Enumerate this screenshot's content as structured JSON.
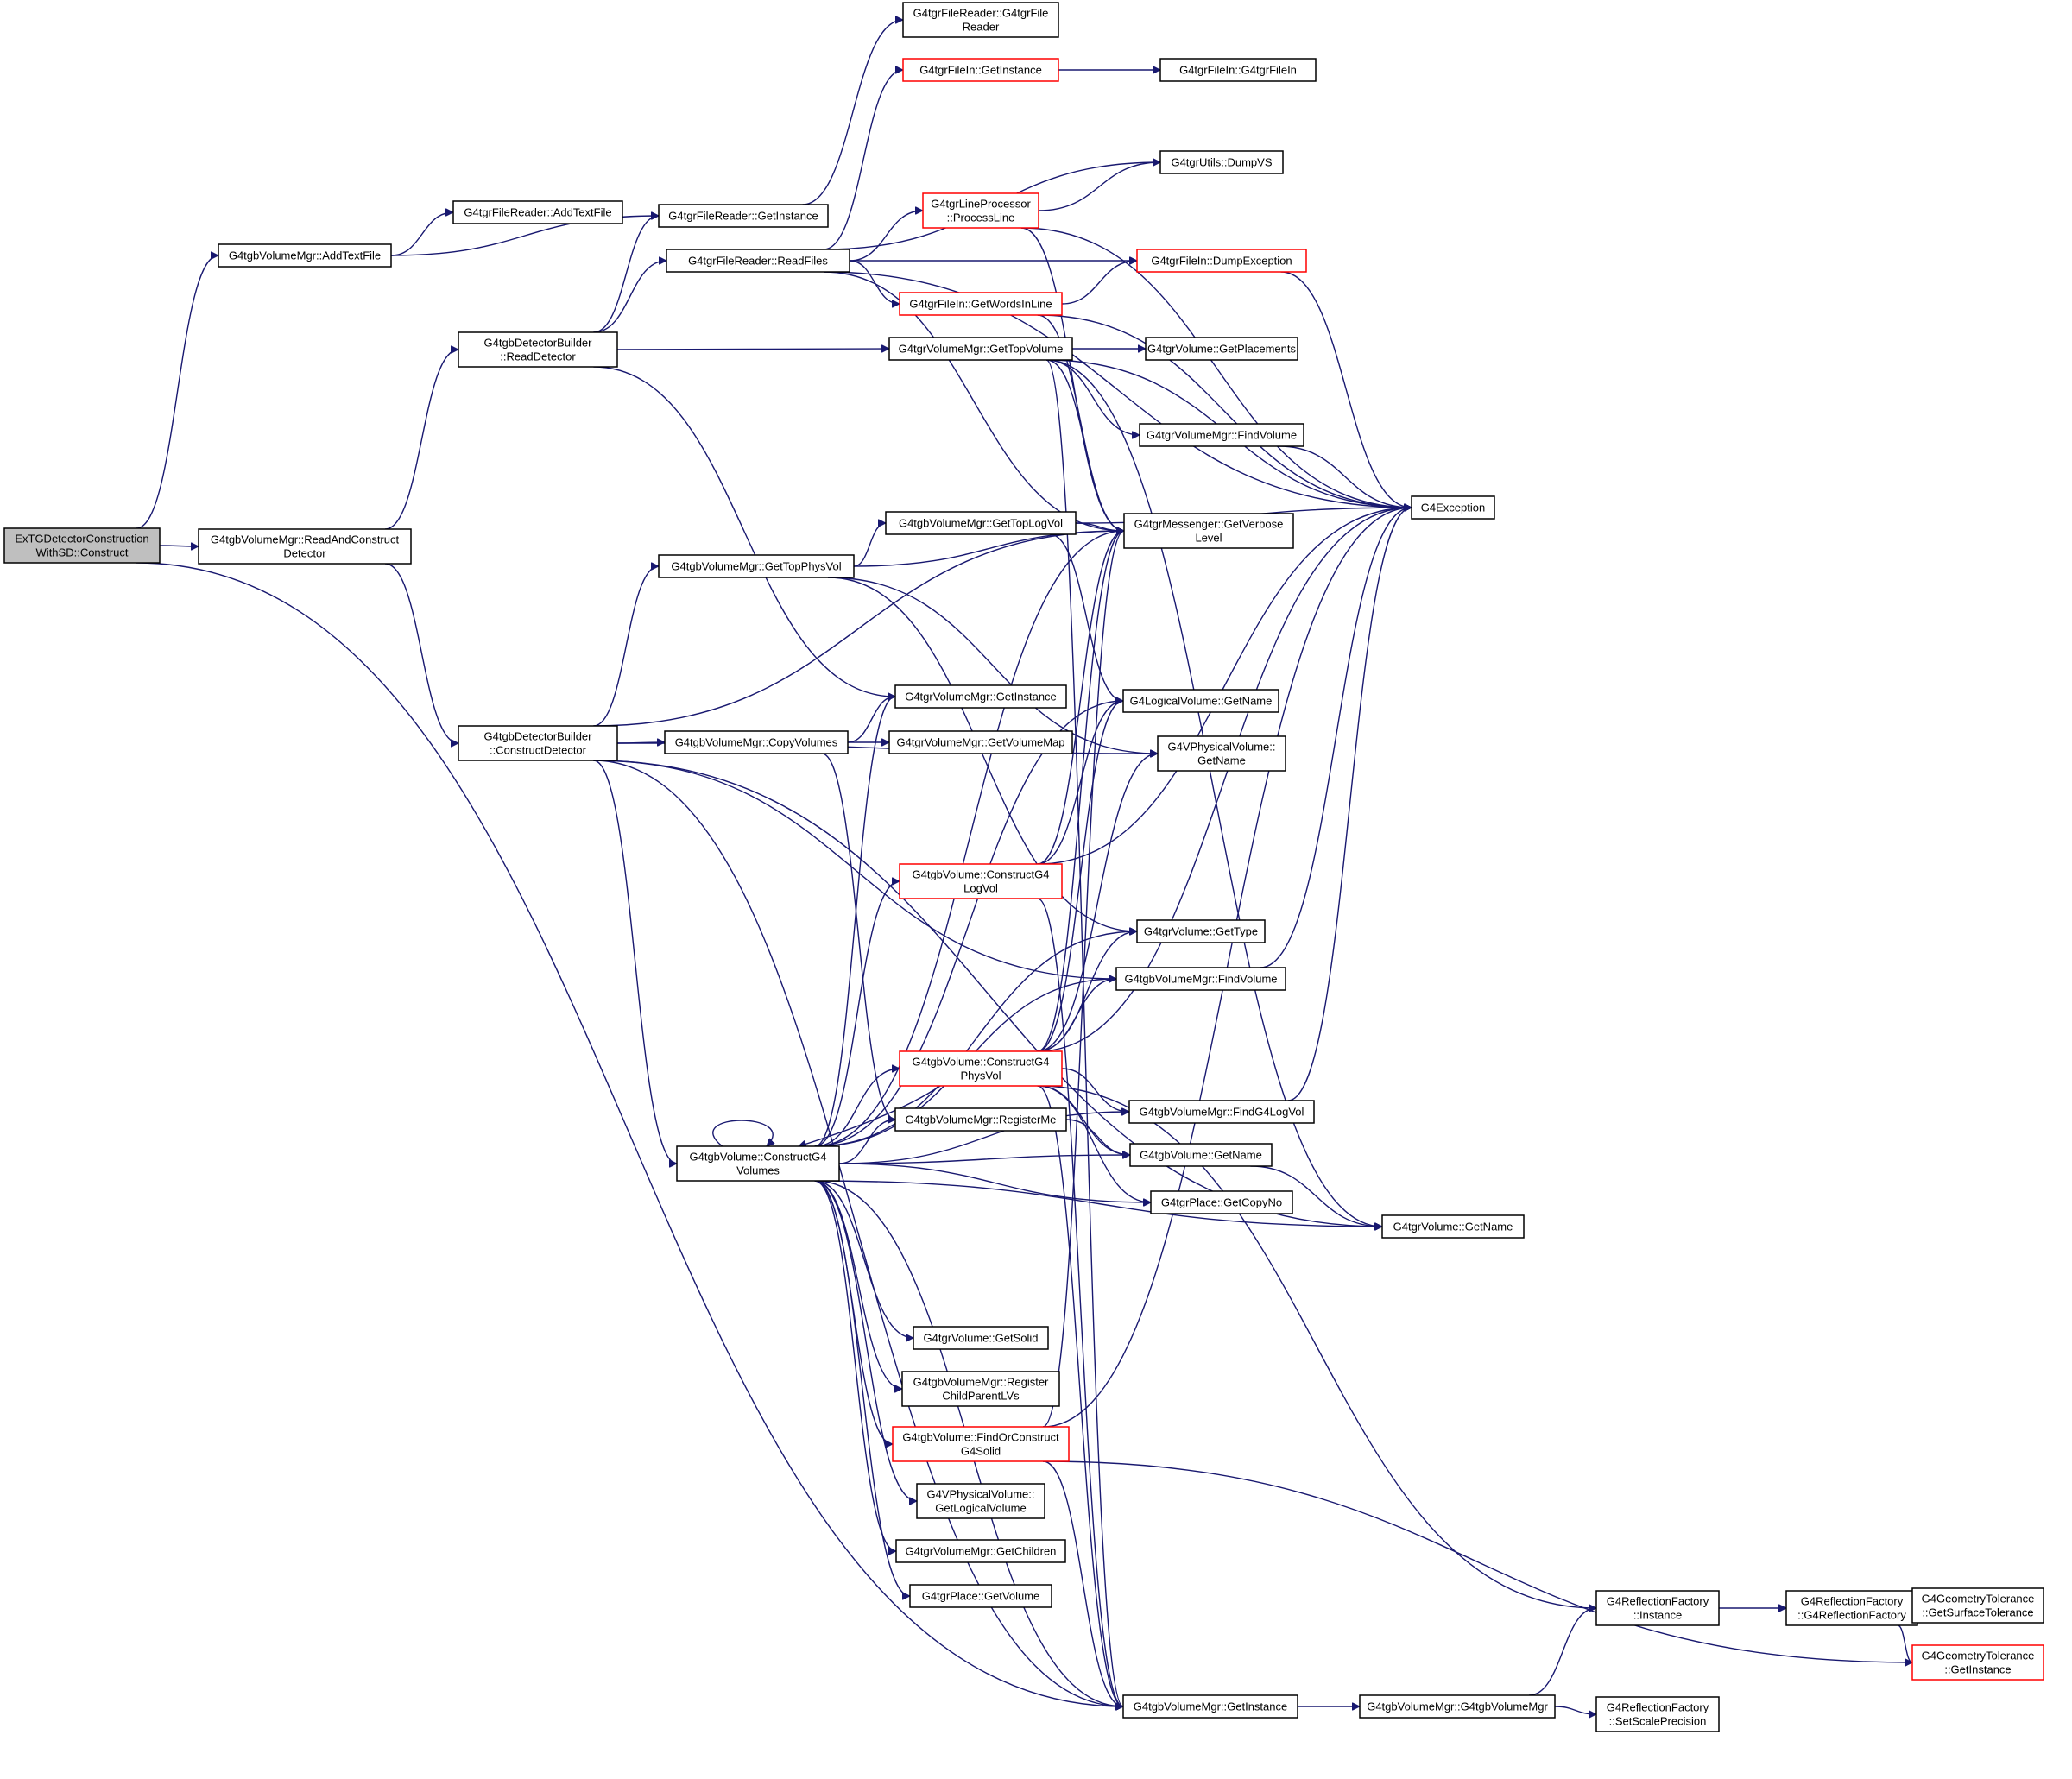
{
  "diagram": {
    "type": "call-graph",
    "colors": {
      "edge": "#191970",
      "node_border": "#000000",
      "node_border_truncated": "#ff0000",
      "root_fill": "#bfbfbf",
      "node_fill": "#ffffff"
    },
    "nodes": [
      {
        "id": "root",
        "lines": [
          "ExTGDetectorConstruction",
          "WithSD::Construct"
        ],
        "style": "root"
      },
      {
        "id": "addTextFile",
        "lines": [
          "G4tgbVolumeMgr::AddTextFile"
        ],
        "style": "normal"
      },
      {
        "id": "readAndConstruct",
        "lines": [
          "G4tgbVolumeMgr::ReadAndConstruct",
          "Detector"
        ],
        "style": "normal"
      },
      {
        "id": "frAddTextFile",
        "lines": [
          "G4tgrFileReader::AddTextFile"
        ],
        "style": "normal"
      },
      {
        "id": "frGetInstance",
        "lines": [
          "G4tgrFileReader::GetInstance"
        ],
        "style": "normal"
      },
      {
        "id": "frReadFiles",
        "lines": [
          "G4tgrFileReader::ReadFiles"
        ],
        "style": "normal"
      },
      {
        "id": "frCtor",
        "lines": [
          "G4tgrFileReader::G4tgrFile",
          "Reader"
        ],
        "style": "normal"
      },
      {
        "id": "dbReadDetector",
        "lines": [
          "G4tgbDetectorBuilder",
          "::ReadDetector"
        ],
        "style": "normal"
      },
      {
        "id": "dbConstructDetector",
        "lines": [
          "G4tgbDetectorBuilder",
          "::ConstructDetector"
        ],
        "style": "normal"
      },
      {
        "id": "fiGetInstance",
        "lines": [
          "G4tgrFileIn::GetInstance"
        ],
        "style": "red"
      },
      {
        "id": "fiCtor",
        "lines": [
          "G4tgrFileIn::G4tgrFileIn"
        ],
        "style": "normal"
      },
      {
        "id": "utilsDumpVS",
        "lines": [
          "G4tgrUtils::DumpVS"
        ],
        "style": "normal"
      },
      {
        "id": "lpProcessLine",
        "lines": [
          "G4tgrLineProcessor",
          "::ProcessLine"
        ],
        "style": "red"
      },
      {
        "id": "fiDumpException",
        "lines": [
          "G4tgrFileIn::DumpException"
        ],
        "style": "red"
      },
      {
        "id": "fiGetWordsInLine",
        "lines": [
          "G4tgrFileIn::GetWordsInLine"
        ],
        "style": "red"
      },
      {
        "id": "vmGetTopVolume",
        "lines": [
          "G4tgrVolumeMgr::GetTopVolume"
        ],
        "style": "normal"
      },
      {
        "id": "volGetPlacements",
        "lines": [
          "G4tgrVolume::GetPlacements"
        ],
        "style": "normal"
      },
      {
        "id": "vmFindVolume",
        "lines": [
          "G4tgrVolumeMgr::FindVolume"
        ],
        "style": "normal"
      },
      {
        "id": "g4Exception",
        "lines": [
          "G4Exception"
        ],
        "style": "normal"
      },
      {
        "id": "msgGetVerbose",
        "lines": [
          "G4tgrMessenger::GetVerbose",
          "Level"
        ],
        "style": "normal"
      },
      {
        "id": "bvmGetTopLogVol",
        "lines": [
          "G4tgbVolumeMgr::GetTopLogVol"
        ],
        "style": "normal"
      },
      {
        "id": "bvmGetTopPhysVol",
        "lines": [
          "G4tgbVolumeMgr::GetTopPhysVol"
        ],
        "style": "normal"
      },
      {
        "id": "lvGetName",
        "lines": [
          "G4LogicalVolume::GetName"
        ],
        "style": "normal"
      },
      {
        "id": "pvGetName",
        "lines": [
          "G4VPhysicalVolume::",
          "GetName"
        ],
        "style": "normal"
      },
      {
        "id": "vmGetInstance",
        "lines": [
          "G4tgrVolumeMgr::GetInstance"
        ],
        "style": "normal"
      },
      {
        "id": "bvmCopyVolumes",
        "lines": [
          "G4tgbVolumeMgr::CopyVolumes"
        ],
        "style": "normal"
      },
      {
        "id": "vmGetVolumeMap",
        "lines": [
          "G4tgrVolumeMgr::GetVolumeMap"
        ],
        "style": "normal"
      },
      {
        "id": "bvConstructLogVol",
        "lines": [
          "G4tgbVolume::ConstructG4",
          "LogVol"
        ],
        "style": "red"
      },
      {
        "id": "volGetType",
        "lines": [
          "G4tgrVolume::GetType"
        ],
        "style": "normal"
      },
      {
        "id": "bvmFindVolume",
        "lines": [
          "G4tgbVolumeMgr::FindVolume"
        ],
        "style": "normal"
      },
      {
        "id": "bvConstructPhysVol",
        "lines": [
          "G4tgbVolume::ConstructG4",
          "PhysVol"
        ],
        "style": "red"
      },
      {
        "id": "bvmFindLogVol",
        "lines": [
          "G4tgbVolumeMgr::FindG4LogVol"
        ],
        "style": "normal"
      },
      {
        "id": "bvmRegisterMe",
        "lines": [
          "G4tgbVolumeMgr::RegisterMe"
        ],
        "style": "normal"
      },
      {
        "id": "bvConstructVolumes",
        "lines": [
          "G4tgbVolume::ConstructG4",
          "Volumes"
        ],
        "style": "normal"
      },
      {
        "id": "bvGetName",
        "lines": [
          "G4tgbVolume::GetName"
        ],
        "style": "normal"
      },
      {
        "id": "placeGetCopyNo",
        "lines": [
          "G4tgrPlace::GetCopyNo"
        ],
        "style": "normal"
      },
      {
        "id": "volGetName",
        "lines": [
          "G4tgrVolume::GetName"
        ],
        "style": "normal"
      },
      {
        "id": "volGetSolid",
        "lines": [
          "G4tgrVolume::GetSolid"
        ],
        "style": "normal"
      },
      {
        "id": "bvmRegisterChild",
        "lines": [
          "G4tgbVolumeMgr::Register",
          "ChildParentLVs"
        ],
        "style": "normal"
      },
      {
        "id": "bvFindOrConstructSolid",
        "lines": [
          "G4tgbVolume::FindOrConstruct",
          "G4Solid"
        ],
        "style": "red"
      },
      {
        "id": "pvGetLogicalVolume",
        "lines": [
          "G4VPhysicalVolume::",
          "GetLogicalVolume"
        ],
        "style": "normal"
      },
      {
        "id": "vmGetChildren",
        "lines": [
          "G4tgrVolumeMgr::GetChildren"
        ],
        "style": "normal"
      },
      {
        "id": "placeGetVolume",
        "lines": [
          "G4tgrPlace::GetVolume"
        ],
        "style": "normal"
      },
      {
        "id": "bvmGetInstance",
        "lines": [
          "G4tgbVolumeMgr::GetInstance"
        ],
        "style": "normal"
      },
      {
        "id": "bvmCtor",
        "lines": [
          "G4tgbVolumeMgr::G4tgbVolumeMgr"
        ],
        "style": "normal"
      },
      {
        "id": "rfInstance",
        "lines": [
          "G4ReflectionFactory",
          "::Instance"
        ],
        "style": "normal"
      },
      {
        "id": "rfCtor",
        "lines": [
          "G4ReflectionFactory",
          "::G4ReflectionFactory"
        ],
        "style": "normal"
      },
      {
        "id": "rfSetScalePrecision",
        "lines": [
          "G4ReflectionFactory",
          "::SetScalePrecision"
        ],
        "style": "normal"
      },
      {
        "id": "gtGetSurfaceTolerance",
        "lines": [
          "G4GeometryTolerance",
          "::GetSurfaceTolerance"
        ],
        "style": "normal"
      },
      {
        "id": "gtGetInstance",
        "lines": [
          "G4GeometryTolerance",
          "::GetInstance"
        ],
        "style": "red"
      }
    ],
    "edges": [
      [
        "root",
        "addTextFile"
      ],
      [
        "root",
        "readAndConstruct"
      ],
      [
        "root",
        "bvmGetInstance"
      ],
      [
        "addTextFile",
        "frAddTextFile"
      ],
      [
        "addTextFile",
        "frGetInstance"
      ],
      [
        "readAndConstruct",
        "dbReadDetector"
      ],
      [
        "readAndConstruct",
        "dbConstructDetector"
      ],
      [
        "frGetInstance",
        "frCtor"
      ],
      [
        "dbReadDetector",
        "frGetInstance"
      ],
      [
        "dbReadDetector",
        "frReadFiles"
      ],
      [
        "dbReadDetector",
        "vmGetTopVolume"
      ],
      [
        "dbReadDetector",
        "vmGetInstance"
      ],
      [
        "frReadFiles",
        "fiGetInstance"
      ],
      [
        "frReadFiles",
        "g4Exception"
      ],
      [
        "frReadFiles",
        "utilsDumpVS"
      ],
      [
        "frReadFiles",
        "lpProcessLine"
      ],
      [
        "frReadFiles",
        "fiDumpException"
      ],
      [
        "frReadFiles",
        "fiGetWordsInLine"
      ],
      [
        "frReadFiles",
        "msgGetVerbose"
      ],
      [
        "fiGetInstance",
        "fiCtor"
      ],
      [
        "lpProcessLine",
        "utilsDumpVS"
      ],
      [
        "lpProcessLine",
        "g4Exception"
      ],
      [
        "lpProcessLine",
        "msgGetVerbose"
      ],
      [
        "fiDumpException",
        "g4Exception"
      ],
      [
        "fiGetWordsInLine",
        "fiDumpException"
      ],
      [
        "fiGetWordsInLine",
        "g4Exception"
      ],
      [
        "fiGetWordsInLine",
        "msgGetVerbose"
      ],
      [
        "vmGetTopVolume",
        "volGetPlacements"
      ],
      [
        "vmGetTopVolume",
        "vmFindVolume"
      ],
      [
        "vmGetTopVolume",
        "g4Exception"
      ],
      [
        "vmGetTopVolume",
        "msgGetVerbose"
      ],
      [
        "vmGetTopVolume",
        "volGetName"
      ],
      [
        "vmGetTopVolume",
        "bvmGetInstance"
      ],
      [
        "vmFindVolume",
        "g4Exception"
      ],
      [
        "bvmGetTopLogVol",
        "msgGetVerbose"
      ],
      [
        "bvmGetTopLogVol",
        "g4Exception"
      ],
      [
        "bvmGetTopLogVol",
        "lvGetName"
      ],
      [
        "bvmGetTopPhysVol",
        "bvmGetTopLogVol"
      ],
      [
        "bvmGetTopPhysVol",
        "msgGetVerbose"
      ],
      [
        "bvmGetTopPhysVol",
        "pvGetName"
      ],
      [
        "bvmGetTopPhysVol",
        "volGetType"
      ],
      [
        "dbConstructDetector",
        "bvmGetTopPhysVol"
      ],
      [
        "dbConstructDetector",
        "msgGetVerbose"
      ],
      [
        "dbConstructDetector",
        "bvmCopyVolumes"
      ],
      [
        "dbConstructDetector",
        "pvGetName"
      ],
      [
        "dbConstructDetector",
        "bvmFindVolume"
      ],
      [
        "dbConstructDetector",
        "bvConstructVolumes"
      ],
      [
        "dbConstructDetector",
        "volGetName"
      ],
      [
        "dbConstructDetector",
        "bvmGetInstance"
      ],
      [
        "bvmCopyVolumes",
        "vmGetInstance"
      ],
      [
        "bvmCopyVolumes",
        "vmGetVolumeMap"
      ],
      [
        "bvmCopyVolumes",
        "bvmRegisterMe"
      ],
      [
        "bvConstructLogVol",
        "msgGetVerbose"
      ],
      [
        "bvConstructLogVol",
        "lvGetName"
      ],
      [
        "bvConstructLogVol",
        "g4Exception"
      ],
      [
        "bvConstructLogVol",
        "bvmGetInstance"
      ],
      [
        "bvmFindVolume",
        "g4Exception"
      ],
      [
        "bvConstructPhysVol",
        "msgGetVerbose"
      ],
      [
        "bvConstructPhysVol",
        "lvGetName"
      ],
      [
        "bvConstructPhysVol",
        "pvGetName"
      ],
      [
        "bvConstructPhysVol",
        "volGetType"
      ],
      [
        "bvConstructPhysVol",
        "bvmFindVolume"
      ],
      [
        "bvConstructPhysVol",
        "g4Exception"
      ],
      [
        "bvConstructPhysVol",
        "bvmFindLogVol"
      ],
      [
        "bvConstructPhysVol",
        "bvGetName"
      ],
      [
        "bvConstructPhysVol",
        "placeGetCopyNo"
      ],
      [
        "bvConstructPhysVol",
        "rfInstance"
      ],
      [
        "bvConstructPhysVol",
        "bvmGetInstance"
      ],
      [
        "bvConstructPhysVol",
        "bvConstructVolumes"
      ],
      [
        "bvmFindLogVol",
        "g4Exception"
      ],
      [
        "bvmRegisterMe",
        "bvGetName"
      ],
      [
        "bvConstructVolumes",
        "bvConstructVolumes"
      ],
      [
        "bvConstructVolumes",
        "vmGetInstance"
      ],
      [
        "bvConstructVolumes",
        "msgGetVerbose"
      ],
      [
        "bvConstructVolumes",
        "bvConstructLogVol"
      ],
      [
        "bvConstructVolumes",
        "volGetType"
      ],
      [
        "bvConstructVolumes",
        "bvmFindVolume"
      ],
      [
        "bvConstructVolumes",
        "bvConstructPhysVol"
      ],
      [
        "bvConstructVolumes",
        "bvmRegisterMe"
      ],
      [
        "bvConstructVolumes",
        "bvmFindLogVol"
      ],
      [
        "bvConstructVolumes",
        "bvGetName"
      ],
      [
        "bvConstructVolumes",
        "placeGetCopyNo"
      ],
      [
        "bvConstructVolumes",
        "volGetName"
      ],
      [
        "bvConstructVolumes",
        "volGetSolid"
      ],
      [
        "bvConstructVolumes",
        "bvmRegisterChild"
      ],
      [
        "bvConstructVolumes",
        "bvFindOrConstructSolid"
      ],
      [
        "bvConstructVolumes",
        "pvGetLogicalVolume"
      ],
      [
        "bvConstructVolumes",
        "vmGetChildren"
      ],
      [
        "bvConstructVolumes",
        "placeGetVolume"
      ],
      [
        "bvConstructVolumes",
        "bvmGetInstance"
      ],
      [
        "bvConstructVolumes",
        "lvGetName"
      ],
      [
        "bvGetName",
        "volGetName"
      ],
      [
        "bvFindOrConstructSolid",
        "msgGetVerbose"
      ],
      [
        "bvFindOrConstructSolid",
        "g4Exception"
      ],
      [
        "bvFindOrConstructSolid",
        "gtGetInstance"
      ],
      [
        "bvFindOrConstructSolid",
        "bvmGetInstance"
      ],
      [
        "bvmGetInstance",
        "bvmCtor"
      ],
      [
        "bvmCtor",
        "rfInstance"
      ],
      [
        "bvmCtor",
        "rfSetScalePrecision"
      ],
      [
        "rfInstance",
        "rfCtor"
      ],
      [
        "rfCtor",
        "gtGetSurfaceTolerance"
      ],
      [
        "rfCtor",
        "gtGetInstance"
      ]
    ]
  }
}
